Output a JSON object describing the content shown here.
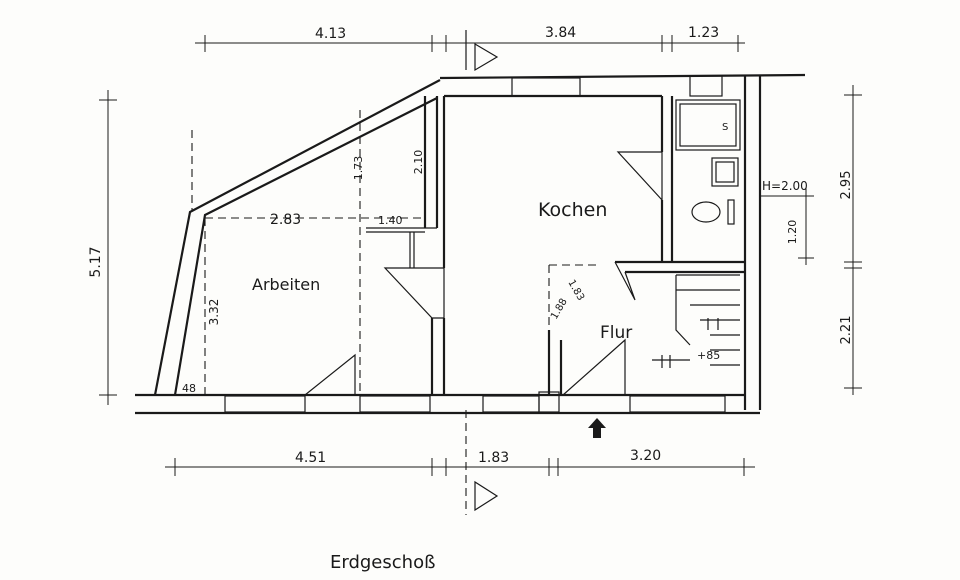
{
  "plan_title": "Erdgeschoß",
  "rooms": {
    "kitchen": "Kochen",
    "office": "Arbeiten",
    "hall": "Flur"
  },
  "dimensions": {
    "top_left": "4.13",
    "top_mid": "3.84",
    "top_right": "1.23",
    "bottom_left": "4.51",
    "bottom_mid": "1.83",
    "bottom_right": "3.20",
    "left_height": "5.17",
    "right_upper": "2.95",
    "right_lower": "2.21",
    "office_width": "2.83",
    "office_niche": "1.40",
    "office_depth": "1.73",
    "office_wall": "2.10",
    "office_side": "3.32",
    "office_corner": "48",
    "hall_a": "1.83",
    "hall_b": "1.88",
    "bath_height": "1.20",
    "ceiling_height": "H=2.00",
    "stair_level": "+85",
    "shower_mark": "S"
  },
  "colors": {
    "ink": "#1a1a1a",
    "paper": "#fdfdfb"
  }
}
